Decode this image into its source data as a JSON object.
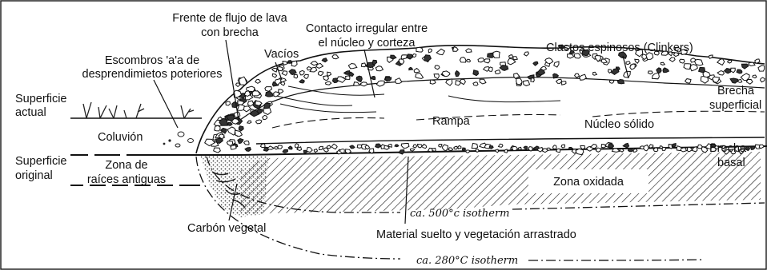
{
  "figure": {
    "labels": {
      "frente": [
        "Frente de flujo de lava",
        "con brecha"
      ],
      "contacto": [
        "Contacto irregular entre",
        "el núcleo y corteza"
      ],
      "clastos": "Clastos espinosos (Clinkers)",
      "escombros": [
        "Escombros 'a'a de",
        "desprendimietos poteriores"
      ],
      "vacios": "Vacíos",
      "superficie_actual": [
        "Superficie",
        "actual"
      ],
      "brecha_superficial": [
        "Brecha",
        "superficial"
      ],
      "coluvion": "Coluvión",
      "rampa": "Rampa",
      "nucleo": "Núcleo sólido",
      "superficie_original": [
        "Superficie",
        "original"
      ],
      "zona_raices": [
        "Zona de",
        "raíces antiguas"
      ],
      "brecha_basal": [
        "Brecha",
        "basal"
      ],
      "zona_oxidada": "Zona oxidada",
      "carbon": "Carbón vegetal",
      "material": "Material suelto y vegetación arrastrado",
      "isotherm_500": "ca. 500°c isotherm",
      "isotherm_280": "ca. 280°C isotherm"
    },
    "colors": {
      "ink": "#111111",
      "background": "#ffffff"
    }
  }
}
